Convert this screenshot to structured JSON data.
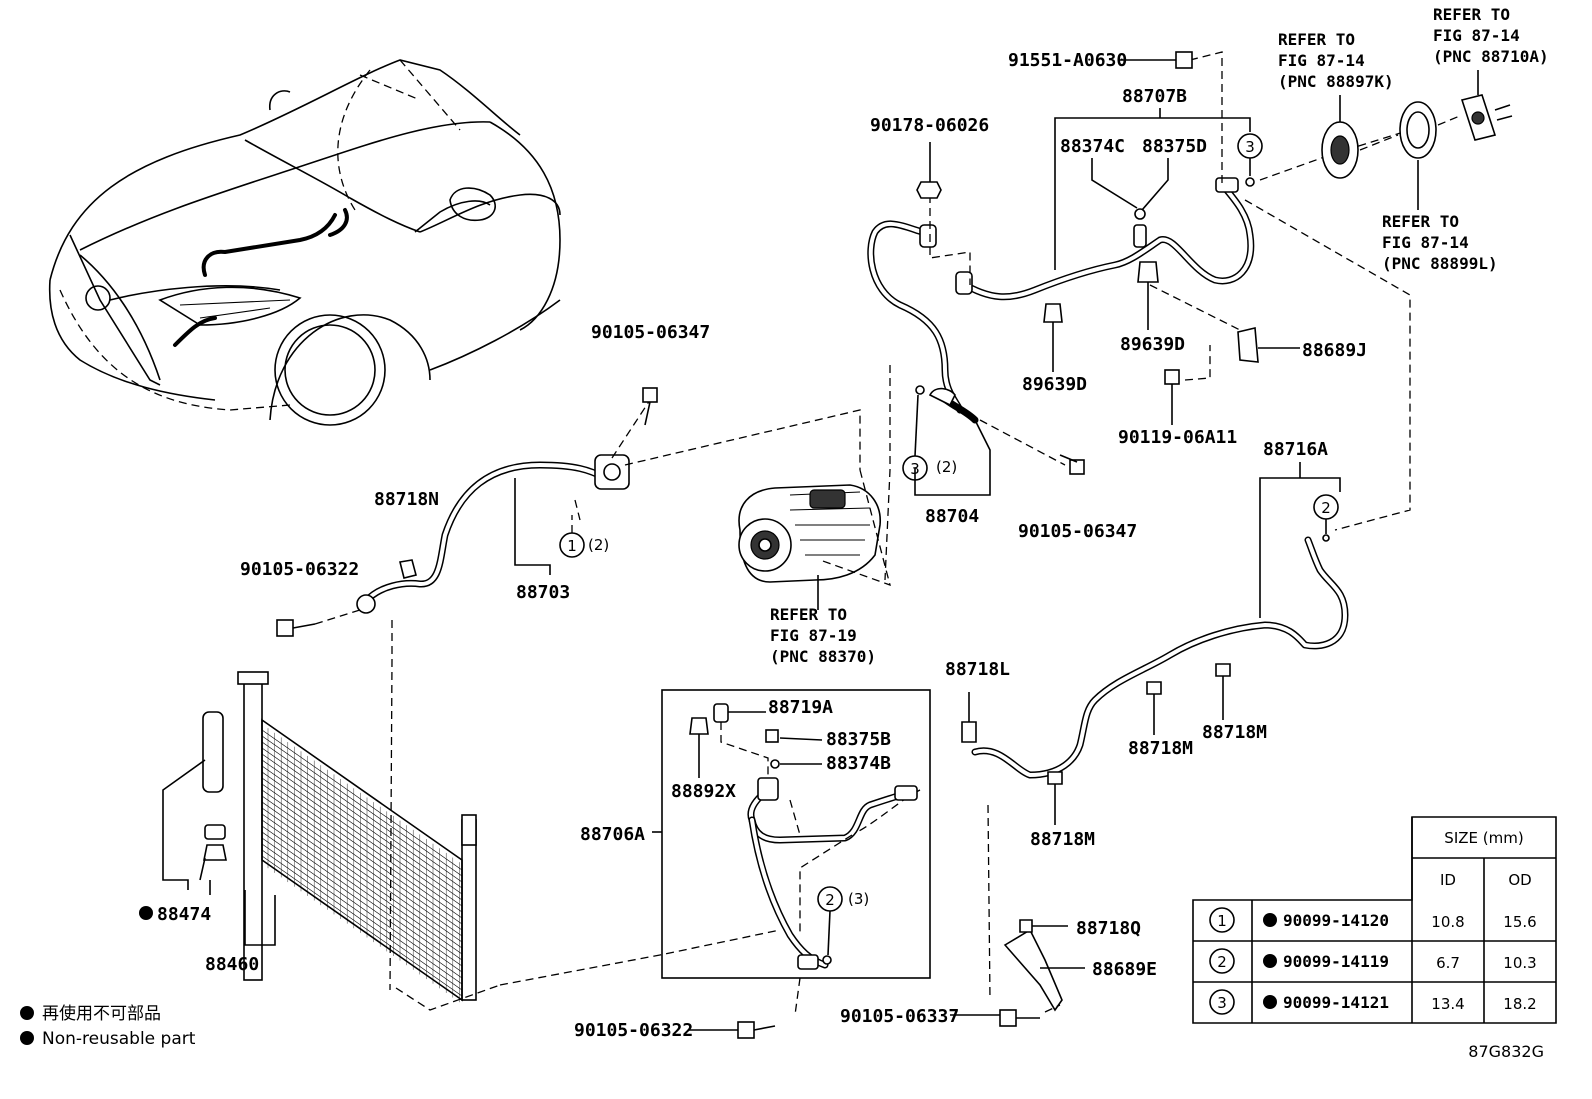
{
  "labels": {
    "p91551": "91551-A0630",
    "p88707B": "88707B",
    "p90178": "90178-06026",
    "p88374C": "88374C",
    "p88375D": "88375D",
    "p89639D_a": "89639D",
    "p89639D_b": "89639D",
    "p88689J": "88689J",
    "p90119": "90119-06A11",
    "p90105_06347_a": "90105-06347",
    "p90105_06347_b": "90105-06347",
    "p88704": "88704",
    "p88716A": "88716A",
    "p88718N": "88718N",
    "p90105_06322_a": "90105-06322",
    "p88703": "88703",
    "p88718L": "88718L",
    "p88719A": "88719A",
    "p88375B": "88375B",
    "p88374B": "88374B",
    "p88892X": "88892X",
    "p88706A": "88706A",
    "p88718M_a": "88718M",
    "p88718M_b": "88718M",
    "p88718M_c": "88718M",
    "p88718Q": "88718Q",
    "p88689E": "88689E",
    "p90105_06337": "90105-06337",
    "p90105_06322_b": "90105-06322",
    "p88474": "88474",
    "p88460": "88460"
  },
  "circles": {
    "c1": "1",
    "c1_qty": "(2)",
    "c2a": "2",
    "c2b": "2",
    "c2b_qty": "(3)",
    "c3a": "3",
    "c3b": "3",
    "c3b_qty": "(2)"
  },
  "refer_notes": {
    "r1": [
      "REFER TO",
      "FIG 87-14",
      "(PNC 88897K)"
    ],
    "r2": [
      "REFER TO",
      "FIG 87-14",
      "(PNC 88710A)"
    ],
    "r3": [
      "REFER TO",
      "FIG 87-14",
      "(PNC 88899L)"
    ],
    "r4": [
      "REFER TO",
      "FIG 87-19",
      "(PNC 88370)"
    ]
  },
  "legend": {
    "line1": "再使用不可部品",
    "line2": "Non-reusable part"
  },
  "size_table": {
    "header": "SIZE (mm)",
    "col_id": "ID",
    "col_od": "OD",
    "rows": [
      {
        "ref": "1",
        "part": "90099-14120",
        "id": "10.8",
        "od": "15.6"
      },
      {
        "ref": "2",
        "part": "90099-14119",
        "id": "6.7",
        "od": "10.3"
      },
      {
        "ref": "3",
        "part": "90099-14121",
        "id": "13.4",
        "od": "18.2"
      }
    ]
  },
  "figure_code": "87G832G"
}
